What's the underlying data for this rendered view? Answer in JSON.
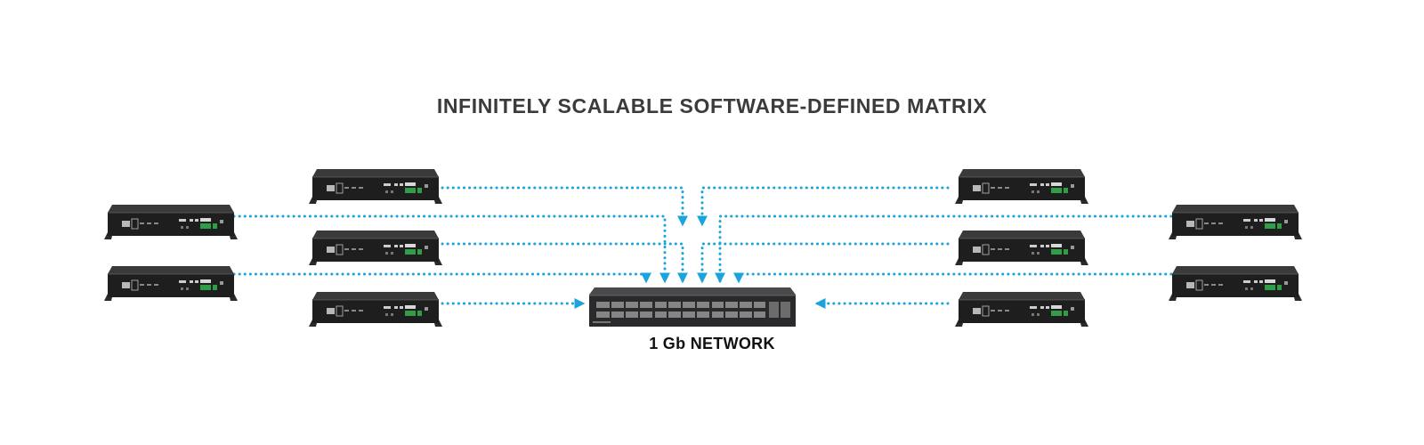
{
  "title": "INFINITELY SCALABLE SOFTWARE-DEFINED MATRIX",
  "network_label": "1 Gb NETWORK",
  "colors": {
    "title": "#3b3b3d",
    "link": "#1ba3dc",
    "device_body": "#1e1e1f",
    "device_port": "#2f9e47",
    "switch_body": "#2a2a2c"
  },
  "icons": {
    "device": "av-over-ip-encoder-decoder-icon",
    "switch": "network-switch-icon"
  },
  "devices": [
    {
      "id": "left-outer-top",
      "side": "left"
    },
    {
      "id": "left-outer-bottom",
      "side": "left"
    },
    {
      "id": "left-inner-top",
      "side": "left"
    },
    {
      "id": "left-inner-middle",
      "side": "left"
    },
    {
      "id": "left-inner-bottom",
      "side": "left"
    },
    {
      "id": "right-inner-top",
      "side": "right"
    },
    {
      "id": "right-inner-middle",
      "side": "right"
    },
    {
      "id": "right-inner-bottom",
      "side": "right"
    },
    {
      "id": "right-outer-top",
      "side": "right"
    },
    {
      "id": "right-outer-bottom",
      "side": "right"
    }
  ]
}
